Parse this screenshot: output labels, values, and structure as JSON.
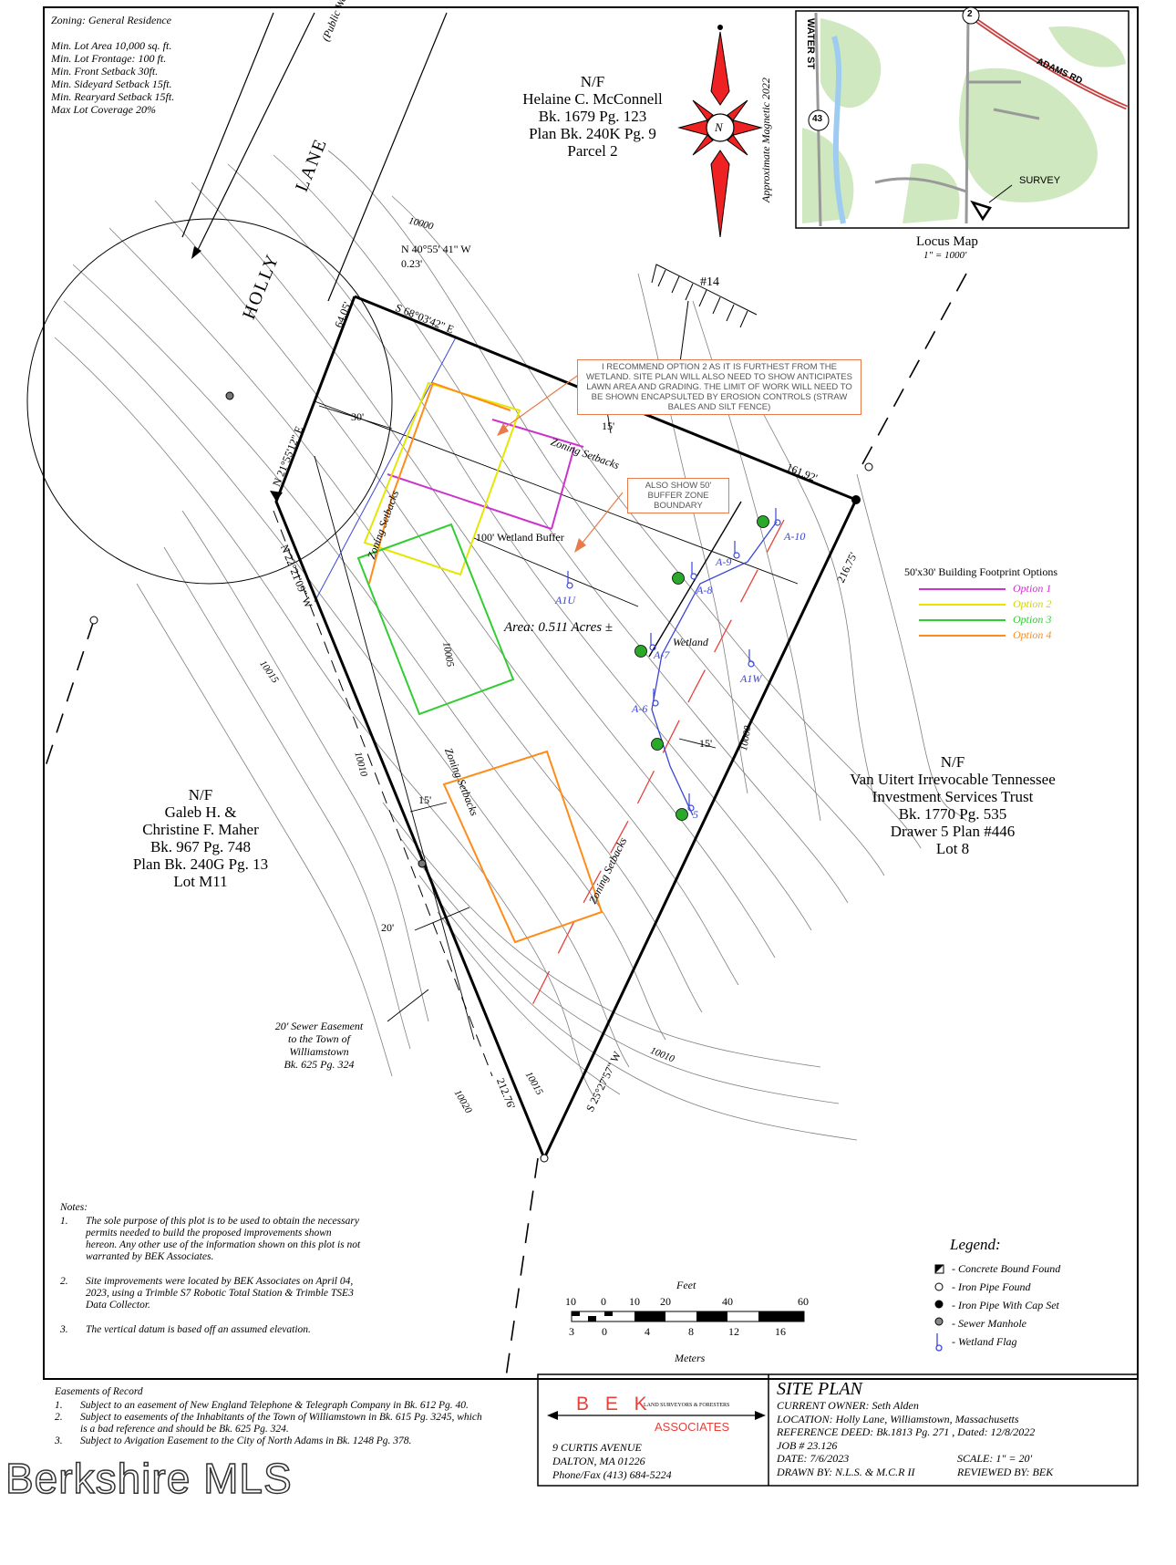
{
  "zoning": {
    "title": "Zoning: General Residence",
    "rules": [
      "Min. Lot Area 10,000 sq. ft.",
      "Min. Lot Frontage: 100 ft.",
      "Min. Front Setback 30ft.",
      "Min. Sideyard Setback 15ft.",
      "Min. Rearyard Setback 15ft.",
      "Max Lot Coverage 20%"
    ]
  },
  "road": {
    "public_way": "(Public Way)",
    "name_a": "HOLLY",
    "name_b": "LANE"
  },
  "north_arrow": {
    "letter": "N",
    "magnetic": "Approximate Magnetic 2022"
  },
  "locus": {
    "water_st": "WATER ST",
    "route_43": "43",
    "route_2": "2",
    "adams_rd": "ADAMS RD",
    "survey": "SURVEY",
    "title": "Locus Map",
    "scale": "1\" = 1000'"
  },
  "neighbors": {
    "north": [
      "N/F",
      "Helaine C. McConnell",
      "Bk. 1679 Pg. 123",
      "Plan Bk. 240K Pg. 9",
      "Parcel 2"
    ],
    "west": [
      "N/F",
      "Galeb H. &",
      "Christine F. Maher",
      "Bk. 967 Pg. 748",
      "Plan Bk. 240G Pg. 13",
      "Lot M11"
    ],
    "east": [
      "N/F",
      "Van Uitert Irrevocable Tennessee",
      "Investment Services Trust",
      "Bk. 1770 Pg. 535",
      "Drawer 5 Plan #446",
      "Lot 8"
    ]
  },
  "bearings": {
    "tie_bearing": "N 40°55' 41\" W",
    "tie_dist": "0.23'",
    "north_bearing": "S 68°03'42\" E",
    "north_dist": "161.92'",
    "front_dist": "64.05'",
    "west1_bearing": "N 21°55'12\" E",
    "west2_bearing": "N 22°21'09\" W",
    "east_dist": "216.75'",
    "south_bearing": "S 25°27'57\" W",
    "south_dist": "212.76'"
  },
  "labels": {
    "lot14": "#14",
    "area": "Area: 0.511 Acres ±",
    "wetland": "Wetland",
    "wetland_buffer": "100' Wetland Buffer",
    "zoning_setbacks": "Zoning Setbacks",
    "dim30": "30'",
    "dim15a": "15'",
    "dim15b": "15'",
    "dim15c": "15'",
    "dim20": "20'",
    "sewer_easement": [
      "20' Sewer Easement",
      "to the Town of",
      "Williamstown",
      "Bk. 625 Pg. 324"
    ]
  },
  "contours": {
    "c10000a": "10000",
    "c10000b": "10000",
    "c10005": "10005",
    "c10010a": "10010",
    "c10010b": "10010",
    "c10015a": "10015",
    "c10015b": "10015",
    "c10020": "10020"
  },
  "flags": {
    "a1u": "A1U",
    "a1w": "A1W",
    "a6": "A-6",
    "a7": "A-7",
    "a8": "A-8",
    "a9": "A-9",
    "a10": "A-10",
    "a5": "5"
  },
  "comments": {
    "option2": "I RECOMMEND OPTION 2 AS IT IS FURTHEST FROM THE WETLAND. SITE PLAN WILL ALSO NEED TO SHOW ANTICIPATES LAWN AREA AND GRADING. THE LIMIT OF WORK WILL NEED TO BE SHOWN ENCAPSULTED BY EROSION CONTROLS (STRAW BALES AND SILT FENCE)",
    "buffer": "ALSO SHOW 50' BUFFER ZONE BOUNDARY"
  },
  "footprint": {
    "title": "50'x30' Building Footprint Options",
    "options": [
      {
        "label": "Option 1",
        "color": "#cc33cc"
      },
      {
        "label": "Option 2",
        "color": "#e6e600"
      },
      {
        "label": "Option 3",
        "color": "#33cc33"
      },
      {
        "label": "Option 4",
        "color": "#ff8c1a"
      }
    ]
  },
  "notes": {
    "heading": "Notes:",
    "items": [
      {
        "num": "1.",
        "text": "The sole purpose of this plot is to be used to obtain the necessary permits needed to build the proposed improvements shown hereon. Any other use of the information shown on this plot is not warranted by BEK Associates."
      },
      {
        "num": "2.",
        "text": "Site improvements were located by BEK Associates on April 04, 2023, using a Trimble S7 Robotic Total Station & Trimble TSE3 Data Collector."
      },
      {
        "num": "3.",
        "text": "The vertical datum is based off an assumed elevation."
      }
    ]
  },
  "easements": {
    "heading": "Easements of Record",
    "items": [
      {
        "num": "1.",
        "text": "Subject to an easement of New England Telephone & Telegraph Company in Bk. 612 Pg. 40."
      },
      {
        "num": "2.",
        "text": "Subject to easements of the Inhabitants of the Town of Williamstown in Bk. 615 Pg. 3245, which is a bad reference and should be Bk. 625 Pg. 324."
      },
      {
        "num": "3.",
        "text": "Subject to Avigation Easement to the City of North Adams in Bk. 1248 Pg. 378."
      }
    ]
  },
  "scale_bar": {
    "feet": "Feet",
    "meters": "Meters",
    "feet_ticks": [
      "10",
      "0",
      "10",
      "20",
      "40",
      "60"
    ],
    "meter_ticks": [
      "3",
      "0",
      "4",
      "8",
      "12",
      "16"
    ]
  },
  "legend": {
    "title": "Legend:",
    "items": [
      {
        "symbol": "concrete-bound-icon",
        "label": "- Concrete Bound Found"
      },
      {
        "symbol": "iron-pipe-found-icon",
        "label": "- Iron Pipe Found"
      },
      {
        "symbol": "iron-pipe-cap-icon",
        "label": "- Iron Pipe With Cap Set"
      },
      {
        "symbol": "sewer-manhole-icon",
        "label": "- Sewer Manhole"
      },
      {
        "symbol": "wetland-flag-icon",
        "label": "- Wetland Flag"
      }
    ]
  },
  "company": {
    "name": "B E K",
    "tagline": "LAND SURVEYORS & FORESTERS",
    "associates": "ASSOCIATES",
    "address1": "9 CURTIS AVENUE",
    "address2": "DALTON, MA  01226",
    "phone": "Phone/Fax (413) 684-5224"
  },
  "title_block": {
    "title": "SITE PLAN",
    "owner": "CURRENT OWNER: Seth Alden",
    "location": "LOCATION: Holly Lane, Williamstown, Massachusetts",
    "deed": "REFERENCE DEED: Bk.1813 Pg. 271 , Dated: 12/8/2022",
    "job": "JOB # 23.126",
    "date": "DATE: 7/6/2023",
    "scale": "SCALE: 1\" = 20'",
    "drawn": "DRAWN BY: N.L.S. & M.C.R II",
    "reviewed": "REVIEWED BY: BEK"
  },
  "watermark": "Berkshire MLS",
  "colors": {
    "buffer_red": "#e8403a",
    "wetland_blue": "#3b46d8",
    "setback_orange": "#ff8c1a",
    "comment_orange": "#e87b4a",
    "map_green": "#cfe8bf"
  }
}
